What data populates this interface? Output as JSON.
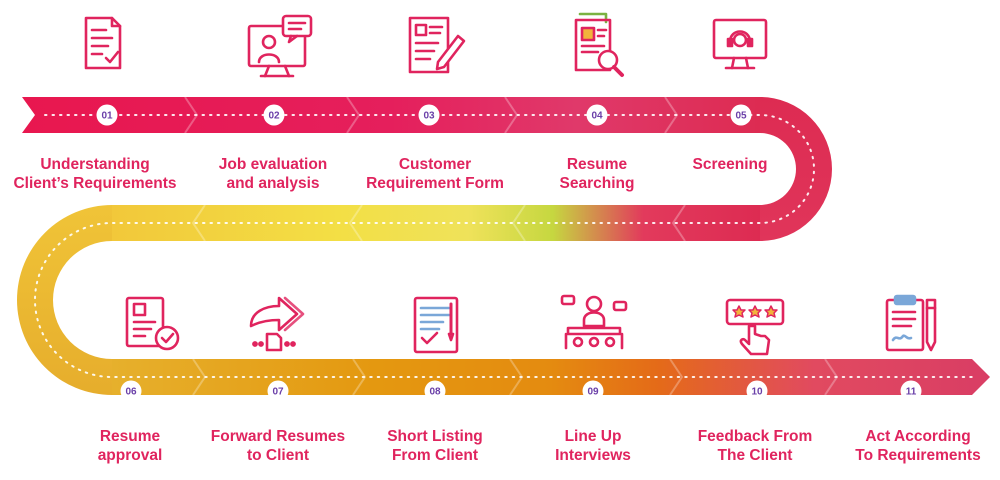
{
  "steps": [
    {
      "num": "01",
      "line1": "Understanding",
      "line2": "Client’s Requirements",
      "icon": "checklist-document-icon",
      "color": "#e8174f"
    },
    {
      "num": "02",
      "line1": "Job evaluation",
      "line2": "and analysis",
      "icon": "video-call-chat-icon",
      "color": "#e51d56"
    },
    {
      "num": "03",
      "line1": "Customer",
      "line2": "Requirement Form",
      "icon": "form-pencil-icon",
      "color": "#e21f5d"
    },
    {
      "num": "04",
      "line1": "Resume",
      "line2": "Searching",
      "icon": "resume-magnifier-icon",
      "color": "#e52a5a"
    },
    {
      "num": "05",
      "line1": "Screening",
      "line2": "",
      "icon": "headset-monitor-icon",
      "color": "#dd2e55"
    },
    {
      "num": "06",
      "line1": "Resume",
      "line2": "approval",
      "icon": "resume-approved-icon",
      "color": "#e8b234"
    },
    {
      "num": "07",
      "line1": "Forward Resumes",
      "line2": "to Client",
      "icon": "forward-arrow-files-icon",
      "color": "#e69a10"
    },
    {
      "num": "08",
      "line1": "Short Listing",
      "line2": "From Client",
      "icon": "shortlist-clipboard-icon",
      "color": "#e78e0c"
    },
    {
      "num": "09",
      "line1": "Line Up",
      "line2": "Interviews",
      "icon": "interview-panel-icon",
      "color": "#e57316"
    },
    {
      "num": "10",
      "line1": "Feedback From",
      "line2": "The Client",
      "icon": "star-rating-hand-icon",
      "color": "#e2415f"
    },
    {
      "num": "11",
      "line1": "Act According",
      "line2": "To Requirements",
      "icon": "clipboard-pen-icon",
      "color": "#db2f5f"
    }
  ],
  "colors": {
    "text": "#e0245e",
    "icon": "#e0245e",
    "number": "#6a3fa8"
  }
}
